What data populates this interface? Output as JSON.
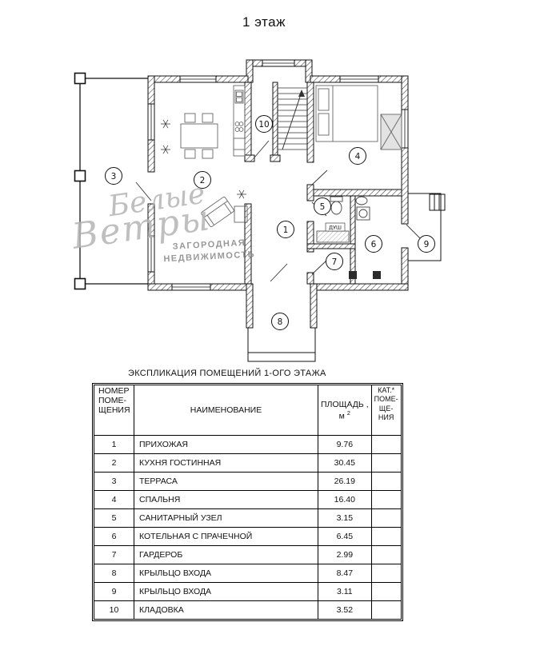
{
  "page_title": "1 этаж",
  "watermark": {
    "script_line1": "Белые",
    "script_line2": "Ветры",
    "caption_line1": "ЗАГОРОДНАЯ",
    "caption_line2": "НЕДВИЖИМОСТЬ"
  },
  "plan": {
    "shower_label": "ДУШ",
    "room_markers": [
      "1",
      "2",
      "3",
      "4",
      "5",
      "6",
      "7",
      "8",
      "9",
      "10"
    ]
  },
  "table": {
    "caption": "ЭКСПЛИКАЦИЯ ПОМЕЩЕНИЙ 1-ОГО ЭТАЖА",
    "headers": {
      "number_lines": [
        "НОМЕР",
        "ПОМЕ-",
        "ЩЕНИЯ"
      ],
      "name": "НАИМЕНОВАНИЕ",
      "area_line1": "ПЛОЩАДЬ ,",
      "area_unit": "м",
      "area_sup": "2",
      "cat_lines": [
        "КАТ.*",
        "ПОМЕ-",
        "ЩЕ-",
        "НИЯ"
      ]
    },
    "rows": [
      {
        "number": "1",
        "name": "ПРИХОЖАЯ",
        "area": "9.76",
        "category": ""
      },
      {
        "number": "2",
        "name": "КУХНЯ ГОСТИННАЯ",
        "area": "30.45",
        "category": ""
      },
      {
        "number": "3",
        "name": "ТЕРРАСА",
        "area": "26.19",
        "category": ""
      },
      {
        "number": "4",
        "name": "СПАЛЬНЯ",
        "area": "16.40",
        "category": ""
      },
      {
        "number": "5",
        "name": "САНИТАРНЫЙ УЗЕЛ",
        "area": "3.15",
        "category": ""
      },
      {
        "number": "6",
        "name": "КОТЕЛЬНАЯ С ПРАЧЕЧНОЙ",
        "area": "6.45",
        "category": ""
      },
      {
        "number": "7",
        "name": "ГАРДЕРОБ",
        "area": "2.99",
        "category": ""
      },
      {
        "number": "8",
        "name": "КРЫЛЬЦО ВХОДА",
        "area": "8.47",
        "category": ""
      },
      {
        "number": "9",
        "name": "КРЫЛЬЦО ВХОДА",
        "area": "3.11",
        "category": ""
      },
      {
        "number": "10",
        "name": "КЛАДОВКА",
        "area": "3.52",
        "category": ""
      }
    ]
  }
}
